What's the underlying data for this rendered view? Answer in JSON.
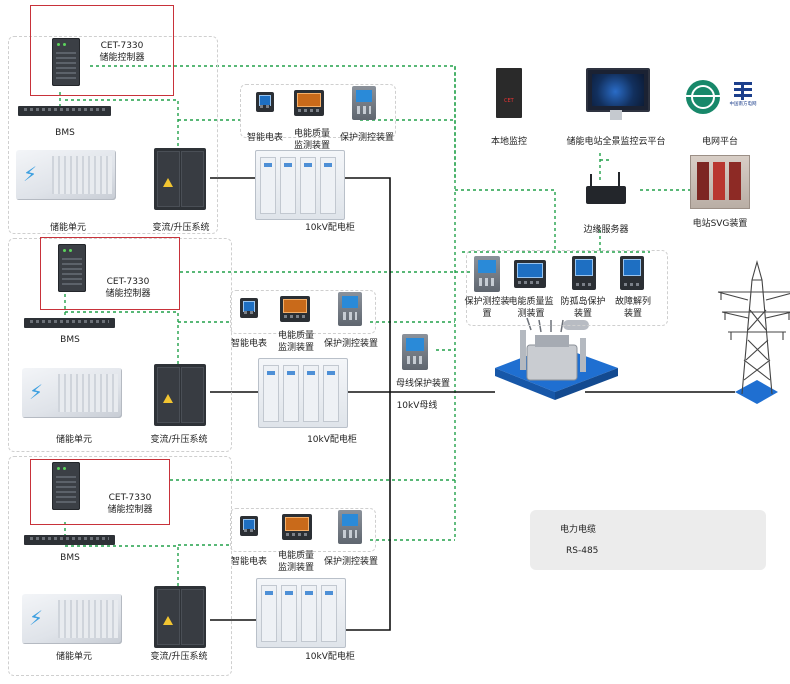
{
  "controllers": [
    {
      "model": "CET-7330",
      "name": "储能控制器"
    },
    {
      "model": "CET-7330",
      "name": "储能控制器"
    },
    {
      "model": "CET-7330",
      "name": "储能控制器"
    }
  ],
  "storage_labels": {
    "bms": "BMS",
    "storage_unit": "储能单元",
    "pcs": "变流/升压系统",
    "switchgear": "10kV配电柜",
    "smart_meter": "智能电表",
    "power_quality": "电能质量监测装置",
    "protection": "保护测控装置"
  },
  "station_devices": {
    "busbar_protection": "母线保护装置",
    "busbar": "10kV母线",
    "local_monitor": "本地监控",
    "cloud_platform": "储能电站全景监控云平台",
    "grid_platform": "电网平台",
    "edge_server": "边缘服务器",
    "svg": "电站SVG装置",
    "protection_ctrl": "保护测控装置",
    "power_quality": "电能质量监测装置",
    "anti_islanding": "防孤岛保护装置",
    "fault_splitting": "故障解列装置"
  },
  "logos": {
    "left_brand": "国家电网",
    "right_brand": "中国南方电网",
    "device_brand": "CET"
  },
  "legend": {
    "power_cable": "电力电缆",
    "rs485": "RS-485",
    "cable_color": "#111111",
    "rs485_color": "#22a14a"
  }
}
